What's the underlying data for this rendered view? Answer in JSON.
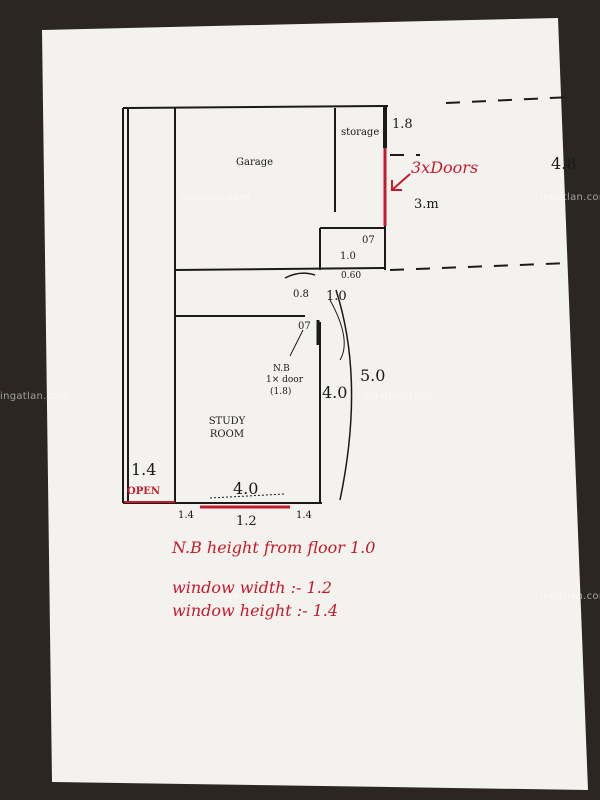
{
  "watermark": "ingatlan.com",
  "rooms": {
    "garage": "Garage",
    "storage": "storage",
    "study": "STUDY ROOM",
    "nb": "N.B",
    "door_note": "1× door",
    "door_note_height": "(1.8)"
  },
  "dimensions": {
    "top_right": "1.8",
    "doors_width": "3.m",
    "overall_width": "4.8",
    "small_box_h": "07",
    "small_box_w": "1.0",
    "small_box_gap": "0.60",
    "door_08": "0.8",
    "door_10": "1.0",
    "door_07": "07",
    "right_length": "4.0",
    "outer_length": "5.0",
    "left_width": "1.4",
    "bottom_wall": "4.0",
    "bottom_left": "1.4",
    "bottom_mid": "1.2",
    "bottom_right": "1.4"
  },
  "annotations": {
    "doors": "3xDoors",
    "open": "OPEN",
    "nb_height": "N.B height from floor 1.0",
    "window_width": "window width :- 1.2",
    "window_height": "window height :- 1.4"
  },
  "colors": {
    "paper": "#f4f2ee",
    "ink": "#1a1a1a",
    "red_ink": "#c41a2c",
    "background": "#2b2622"
  }
}
